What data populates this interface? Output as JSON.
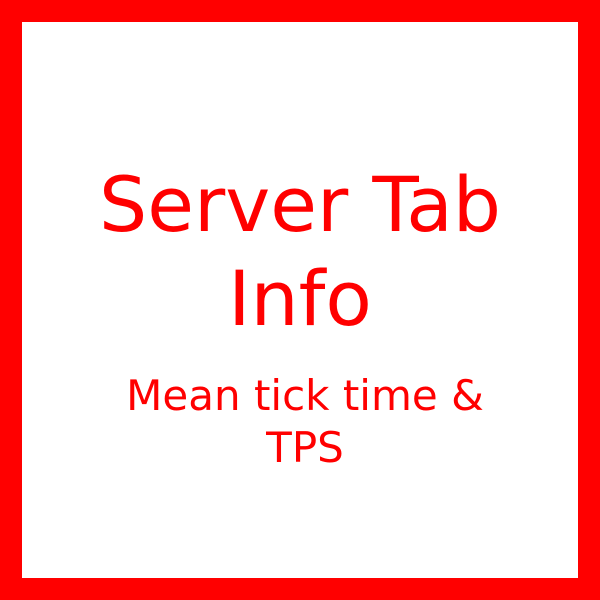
{
  "colors": {
    "accent": "#ff0000",
    "background": "#ffffff"
  },
  "title": {
    "line1": "Server Tab",
    "line2": "Info"
  },
  "subtitle": {
    "line1": "Mean tick time &",
    "line2": "TPS"
  }
}
